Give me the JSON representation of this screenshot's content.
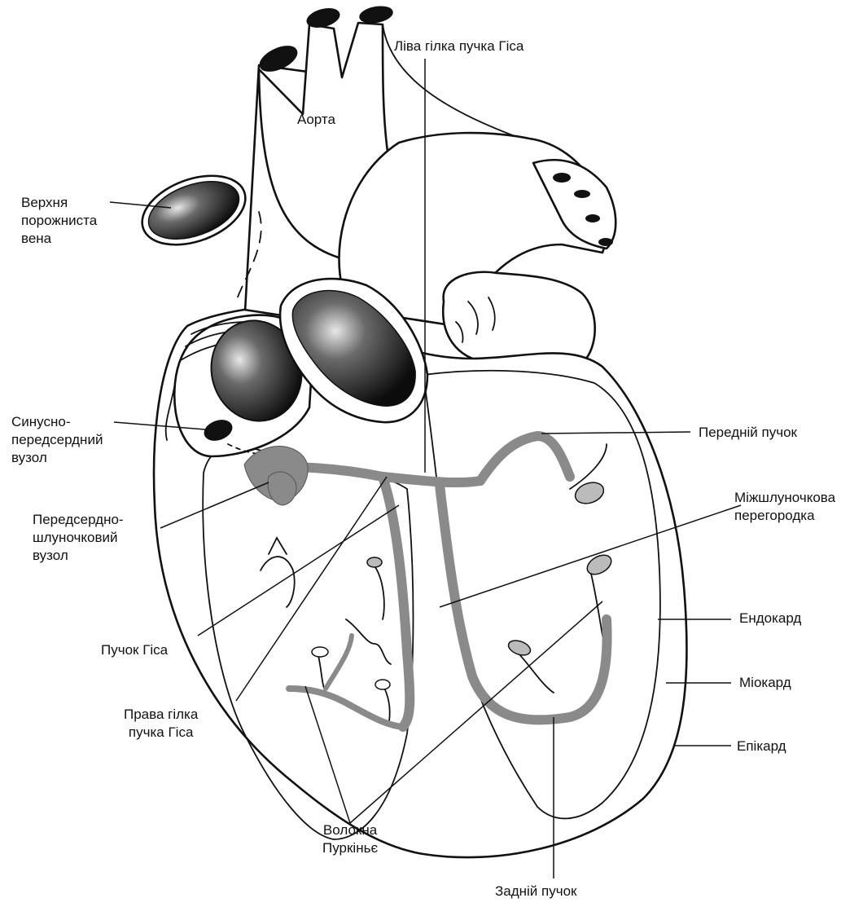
{
  "labels": {
    "aorta": "Аорта",
    "left_bundle_branch": "Ліва гілка пучка Гіса",
    "superior_vena_cava": [
      "Верхня",
      "порожниста",
      "вена"
    ],
    "sa_node": [
      "Синусно-",
      "передсердний",
      "вузол"
    ],
    "av_node": [
      "Передсердно-",
      "шлуночковий",
      "вузол"
    ],
    "bundle_of_his": "Пучок Гіса",
    "right_bundle_branch": [
      "Права гілка",
      "пучка Гіса"
    ],
    "purkinje_fibers": [
      "Волокна",
      "Пуркіньє"
    ],
    "posterior_fascicle": "Задній пучок",
    "anterior_fascicle": "Передній пучок",
    "septum": [
      "Міжшлуночкова",
      "перегородка"
    ],
    "endocardium": "Ендокард",
    "myocardium": "Міокард",
    "epicardium": "Епікард"
  },
  "colors": {
    "outline": "#111111",
    "conduction_system": "#8a8a8a",
    "vessel_dark": "#1a1a1a"
  }
}
